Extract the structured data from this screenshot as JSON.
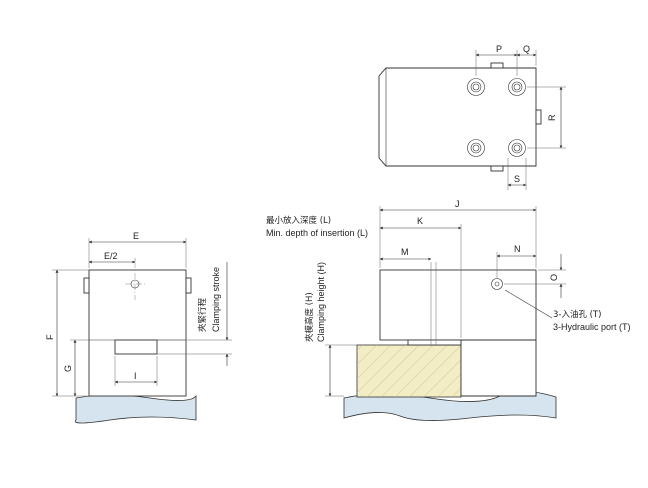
{
  "dimension_labels": {
    "P": "P",
    "Q": "Q",
    "R": "R",
    "S": "S",
    "E": "E",
    "E2": "E/2",
    "F": "F",
    "G": "G",
    "I": "I",
    "J": "J",
    "K": "K",
    "M": "M",
    "N": "N",
    "O": "O"
  },
  "annotations": {
    "clamping_stroke_cn": "夾緊行程",
    "clamping_stroke_en": "Clamping stroke",
    "clamping_height_cn": "夾模高度 (H)",
    "clamping_height_en": "Clamping height (H)",
    "insertion_depth_cn": "最小放入深度 (L)",
    "insertion_depth_en": "Min. depth of insertion (L)",
    "hydraulic_port_cn": "3-入油孔 (T)",
    "hydraulic_port_en": "3-Hydraulic port (T)"
  },
  "colors": {
    "ground": "#d5e4ef",
    "workpiece": "#f3edc6",
    "line": "#333333"
  }
}
